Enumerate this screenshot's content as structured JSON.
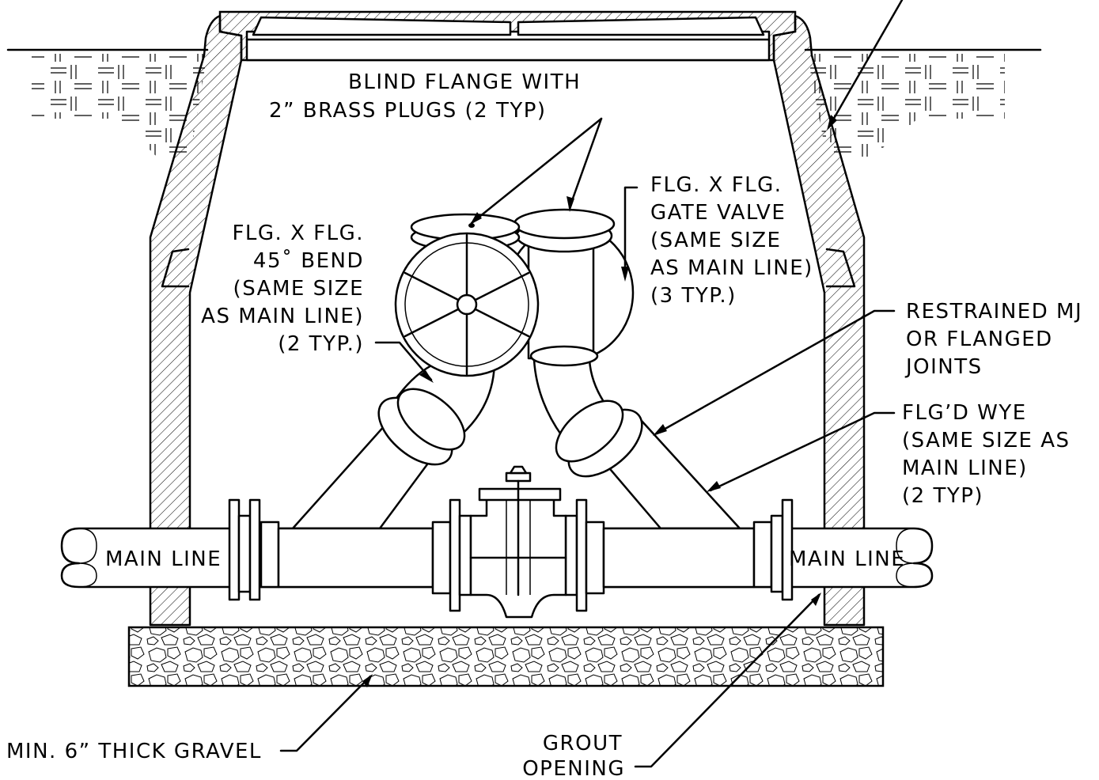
{
  "labels": {
    "blind_flange_1": "BLIND FLANGE WITH",
    "blind_flange_2": "2” BRASS PLUGS (2 TYP)",
    "gate_valve_1": "FLG. X FLG.",
    "gate_valve_2": "GATE VALVE",
    "gate_valve_3": "(SAME SIZE",
    "gate_valve_4": "AS MAIN LINE)",
    "gate_valve_5": "(3 TYP.)",
    "bend_1": "FLG. X FLG.",
    "bend_2": "45˚ BEND",
    "bend_3": "(SAME SIZE",
    "bend_4": "AS MAIN LINE)",
    "bend_5": "(2 TYP.)",
    "restrained_1": "RESTRAINED MJ",
    "restrained_2": "OR FLANGED",
    "restrained_3": "JOINTS",
    "wye_1": "FLG’D WYE",
    "wye_2": "(SAME SIZE AS",
    "wye_3": "MAIN LINE)",
    "wye_4": "(2 TYP)",
    "main_line_left": "MAIN LINE",
    "main_line_right": "MAIN LINE",
    "gravel": "MIN. 6” THICK GRAVEL",
    "grout_1": "GROUT",
    "grout_2": "OPENING"
  }
}
